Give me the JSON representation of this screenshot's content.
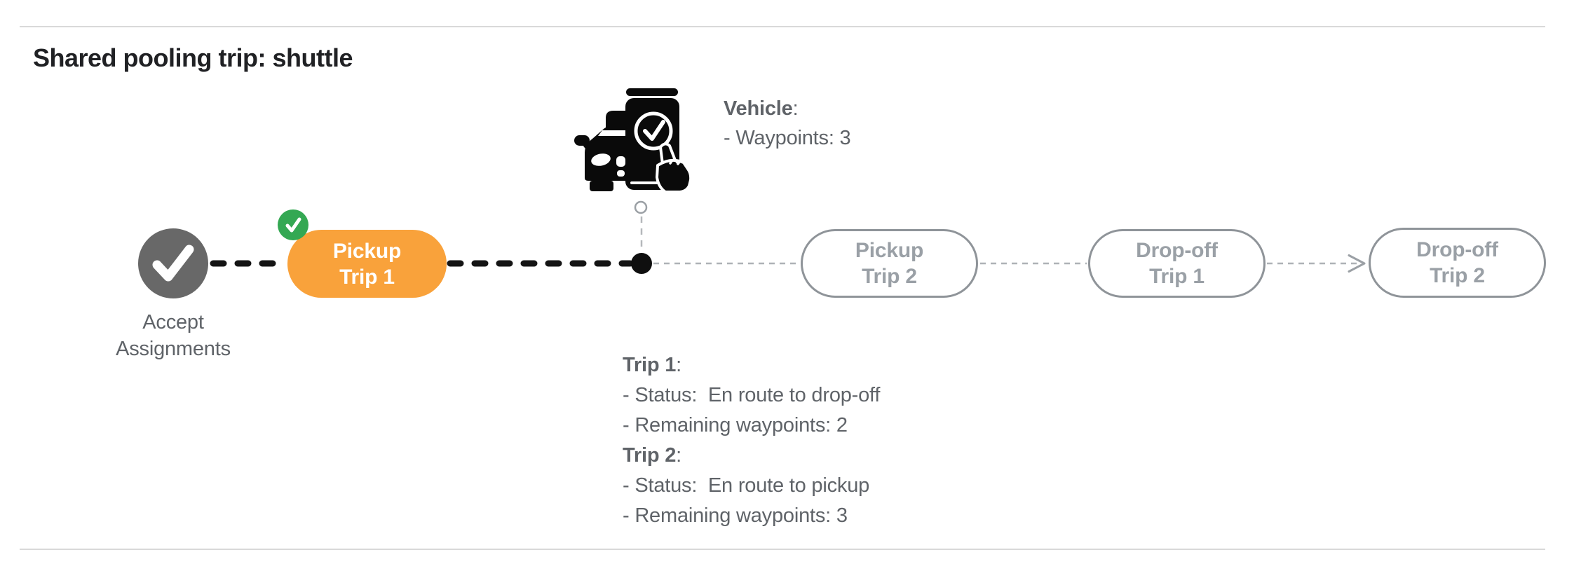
{
  "title": "Shared pooling trip: shuttle",
  "vehicle_info": {
    "label": "Vehicle",
    "colon": ":",
    "waypoints_line": "- Waypoints: 3"
  },
  "timeline": {
    "accept_assignments": {
      "label_line1": "Accept",
      "label_line2": "Assignments",
      "status": "completed"
    },
    "pickup_trip1": {
      "line1": "Pickup",
      "line2": "Trip 1",
      "status": "completed"
    },
    "pickup_trip2": {
      "line1": "Pickup",
      "line2": "Trip 2",
      "status": "upcoming"
    },
    "dropoff_trip1": {
      "line1": "Drop-off",
      "line2": "Trip 1",
      "status": "upcoming"
    },
    "dropoff_trip2": {
      "line1": "Drop-off",
      "line2": "Trip 2",
      "status": "upcoming"
    }
  },
  "trip_info": {
    "trip1": {
      "label": "Trip 1",
      "colon": ":",
      "status_line": "- Status:  En route to drop-off",
      "waypoints_line": "- Remaining waypoints: 2"
    },
    "trip2": {
      "label": "Trip 2",
      "colon": ":",
      "status_line": "- Status:  En route to pickup",
      "waypoints_line": "- Remaining waypoints: 3"
    }
  },
  "icons": {
    "accept_assignments": "check-icon",
    "pickup_trip1_badge": "check-circle-icon",
    "vehicle": "car-phone-check-icon",
    "current_position": "dot-icon",
    "direction": "arrow-right-icon"
  },
  "colors": {
    "active_orange": "#F9A23B",
    "success_green": "#34A853",
    "completed_gray": "#686868",
    "text_gray": "#5F6368",
    "outline_gray": "#8F9499",
    "future_text_gray": "#9AA0A6",
    "connector_black": "#141414",
    "connector_gray": "#AEB2B6"
  }
}
